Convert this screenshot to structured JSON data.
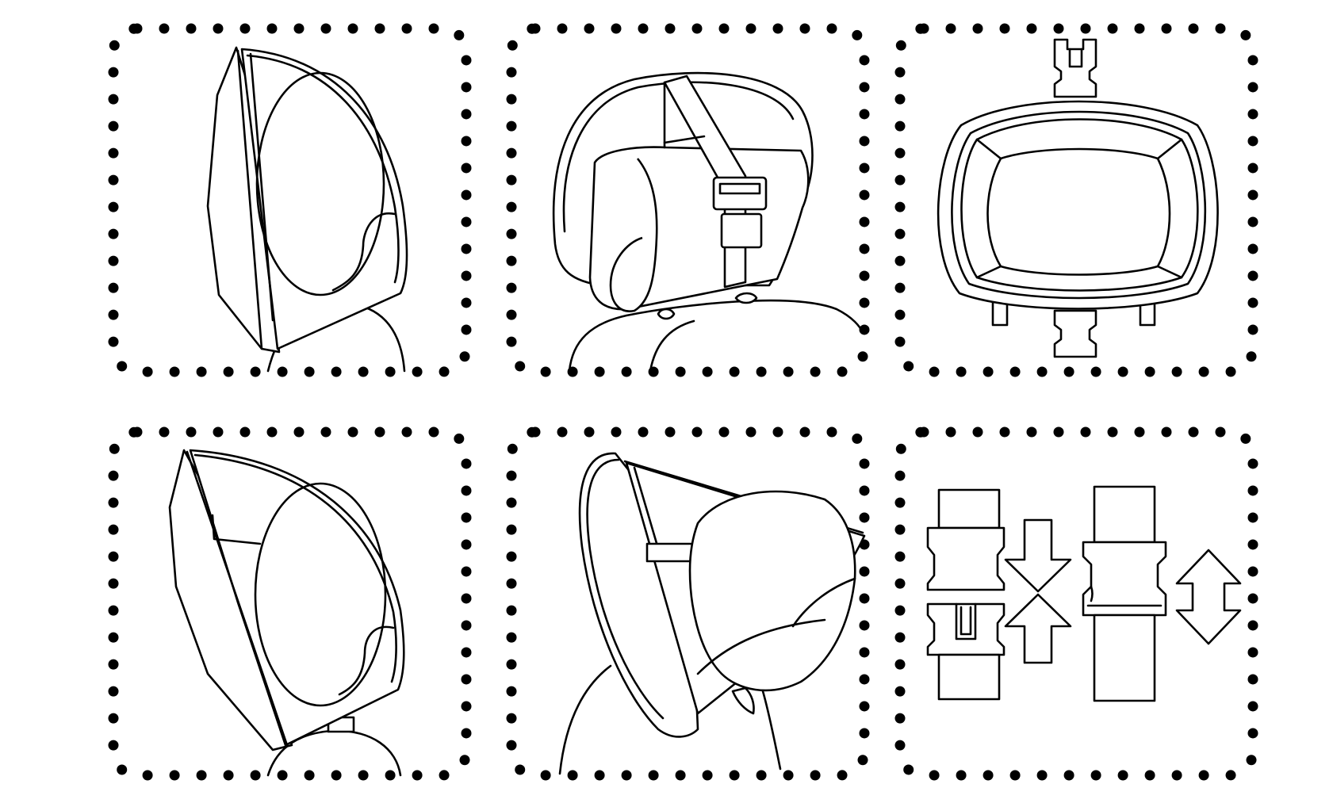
{
  "panels": [
    {
      "id": "p1",
      "icon": "mirror-side-view-icon"
    },
    {
      "id": "p2",
      "icon": "headrest-strap-back-view-icon"
    },
    {
      "id": "p3",
      "icon": "mirror-front-with-buckles-icon"
    },
    {
      "id": "p4",
      "icon": "mirror-tilt-side-view-icon"
    },
    {
      "id": "p5",
      "icon": "mirror-angled-headrest-icon"
    },
    {
      "id": "p6",
      "icon": "buckle-connect-arrows-icon"
    }
  ],
  "line_color": "#000000",
  "background_color": "#ffffff"
}
